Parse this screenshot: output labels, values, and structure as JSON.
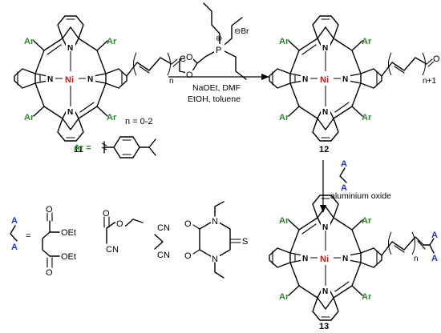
{
  "colors": {
    "aryl": "#2a8a2a",
    "nickel": "#d01818",
    "acceptor": "#1f35c8",
    "line": "#000000"
  },
  "labels": {
    "aryl": "Ar",
    "nickel": "Ni",
    "nitrogen": "N",
    "acceptor": "A",
    "oxygen": "O",
    "aryl_def_prefix": "Ar =",
    "equals": "="
  },
  "compound_11": {
    "number": "11",
    "chain_count": "n",
    "range": "n = 0-2"
  },
  "compound_12": {
    "number": "12",
    "chain_count": "n+1"
  },
  "compound_13": {
    "number": "13",
    "chain_count": "n"
  },
  "step1": {
    "phosphonium_charge": "⊕",
    "counterion": "⊖Br",
    "phosphorus": "P",
    "condition_line1": "NaOEt, DMF",
    "condition_line2": "EtOH, toluene"
  },
  "step2": {
    "condition": "aluminium oxide"
  },
  "acceptor_legend": {
    "ester1": "OEt",
    "ester2": "OEt",
    "nitrile1": "CN",
    "nitrile2": "CN",
    "nitrile3": "CN",
    "barbituric_S": "S",
    "barbituric_N": "N",
    "barbituric_O": "O"
  }
}
